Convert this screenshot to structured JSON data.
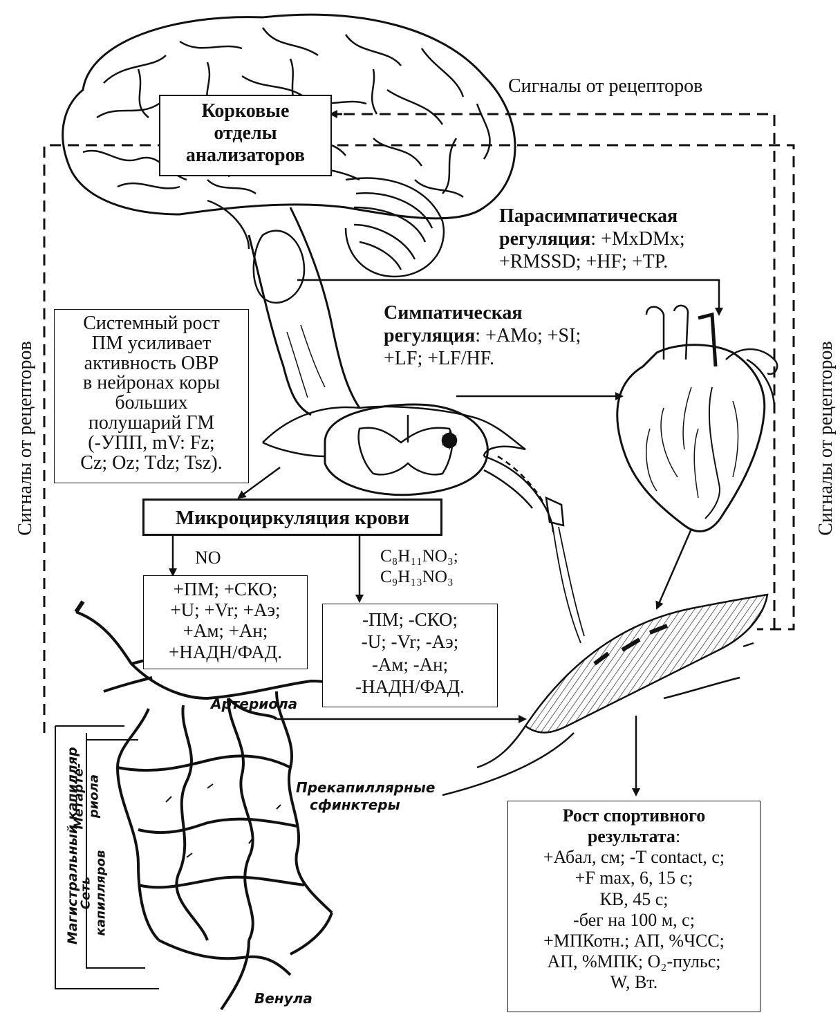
{
  "labels": {
    "signals_top": "Сигналы от рецепторов",
    "signals_left": "Сигналы от рецепторов",
    "signals_right": "Сигналы от рецепторов"
  },
  "cortex_box": [
    "Корковые",
    "отделы",
    "анализаторов"
  ],
  "parasympathetic": {
    "title": "Парасимпатическая",
    "title2": "регуляция",
    "line1_rest": ": +MxDMx;",
    "line2": "+RMSSD; +HF; +TP."
  },
  "sympathetic": {
    "title": "Симпатическая",
    "title2": "регуляция",
    "line1_rest": ": +AMo; +SI;",
    "line2": "+LF; +LF/HF."
  },
  "systemic_box": [
    "Системный рост",
    "ПМ усиливает",
    "активность ОВР",
    "в нейронах коры",
    "больших",
    "полушарий ГМ",
    "(-УПП, mV: Fz;",
    "Cz; Oz; Tdz; Tsz)."
  ],
  "microcirculation": "Микроциркуляция крови",
  "no_label": "NO",
  "catechol": {
    "f1": "C₈H₁₁NO₃;",
    "f2": "C₉H₁₃NO₃"
  },
  "plus_box": [
    "+ПМ; +СКО;",
    "+U; +Vr; +Аэ;",
    "+Ам; +Ан;",
    "+НАДН/ФАД."
  ],
  "minus_box": [
    "-ПМ; -СКО;",
    "-U; -Vr; -Аэ;",
    "-Ам; -Ан;",
    "-НАДН/ФАД."
  ],
  "vessels": {
    "arteriole": "Артериола",
    "metarteriole_1": "Метарте-",
    "metarteriole_2": "риола",
    "precapillary_1": "Прекапиллярные",
    "precapillary_2": "сфинктеры",
    "main_capillary": "Магистральный капилляр",
    "capillary_net_1": "Сеть",
    "capillary_net_2": "капилляров",
    "venule": "Венула"
  },
  "result_box": {
    "title1": "Рост спортивного",
    "title2": "результата",
    "title2_rest": ":",
    "lines": [
      "+Абал, см; -T contact, с;",
      "+F max, 6, 15 с;",
      "КВ, 45 с;",
      "-бег на 100 м, с;",
      "+МПКотн.; АП, %ЧСС;",
      "АП, %МПК; O₂-пульс;",
      "W, Вт."
    ]
  },
  "icons": [
    "brain-illustration",
    "spinal-cord-section",
    "heart-illustration",
    "muscle-illustration",
    "capillary-network"
  ]
}
